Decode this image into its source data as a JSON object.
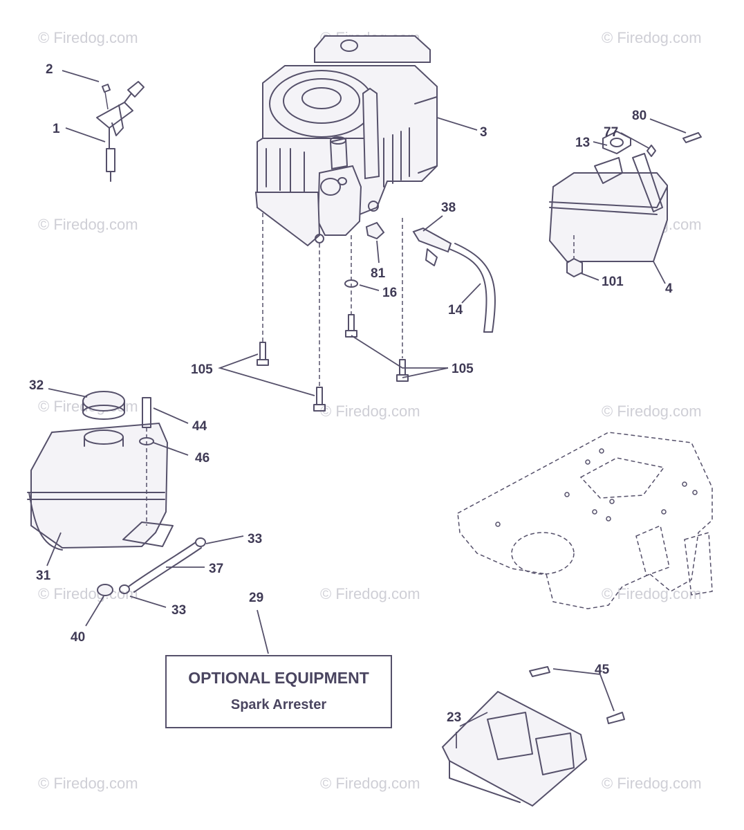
{
  "watermark": "© Firedog.com",
  "optional_box": {
    "title": "OPTIONAL EQUIPMENT",
    "subtitle": "Spark Arrester"
  },
  "callouts": {
    "c1": "1",
    "c2": "2",
    "c3": "3",
    "c4": "4",
    "c13": "13",
    "c14": "14",
    "c16": "16",
    "c23": "23",
    "c29": "29",
    "c31": "31",
    "c32": "32",
    "c33a": "33",
    "c33b": "33",
    "c37": "37",
    "c38": "38",
    "c40": "40",
    "c44": "44",
    "c45": "45",
    "c46": "46",
    "c77": "77",
    "c80": "80",
    "c81": "81",
    "c101": "101",
    "c105a": "105",
    "c105b": "105"
  },
  "colors": {
    "line": "#55506a",
    "text": "#3f3a55",
    "watermark": "#cfcfd6"
  }
}
